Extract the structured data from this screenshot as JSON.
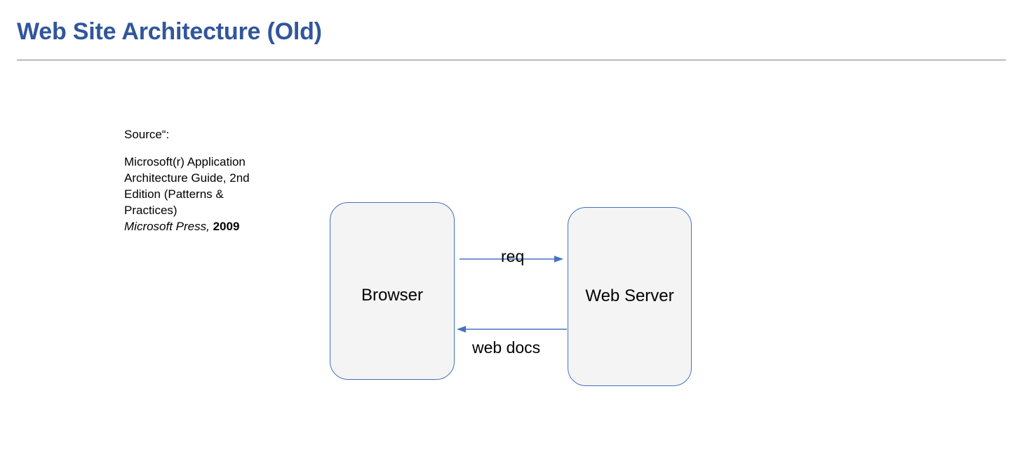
{
  "slide": {
    "title": "Web Site Architecture (Old)",
    "title_color": "#31569B",
    "rule_color": "#808080"
  },
  "source": {
    "label": "Source“:",
    "citation": "Microsoft(r) Application\nArchitecture Guide, 2nd\nEdition (Patterns &\nPractices)",
    "publisher": "Microsoft Press,",
    "year": "2009"
  },
  "diagram": {
    "type": "block-diagram",
    "node_fill": "#F4F4F4",
    "node_border": "#4472C4",
    "arrow_color": "#4472C4",
    "nodes": [
      {
        "id": "browser",
        "label": "Browser"
      },
      {
        "id": "web-server",
        "label": "Web Server"
      }
    ],
    "arrows": [
      {
        "id": "req",
        "label": "req",
        "from": "browser",
        "to": "web-server",
        "direction": "right"
      },
      {
        "id": "web-docs",
        "label": "web docs",
        "from": "web-server",
        "to": "browser",
        "direction": "left"
      }
    ]
  }
}
